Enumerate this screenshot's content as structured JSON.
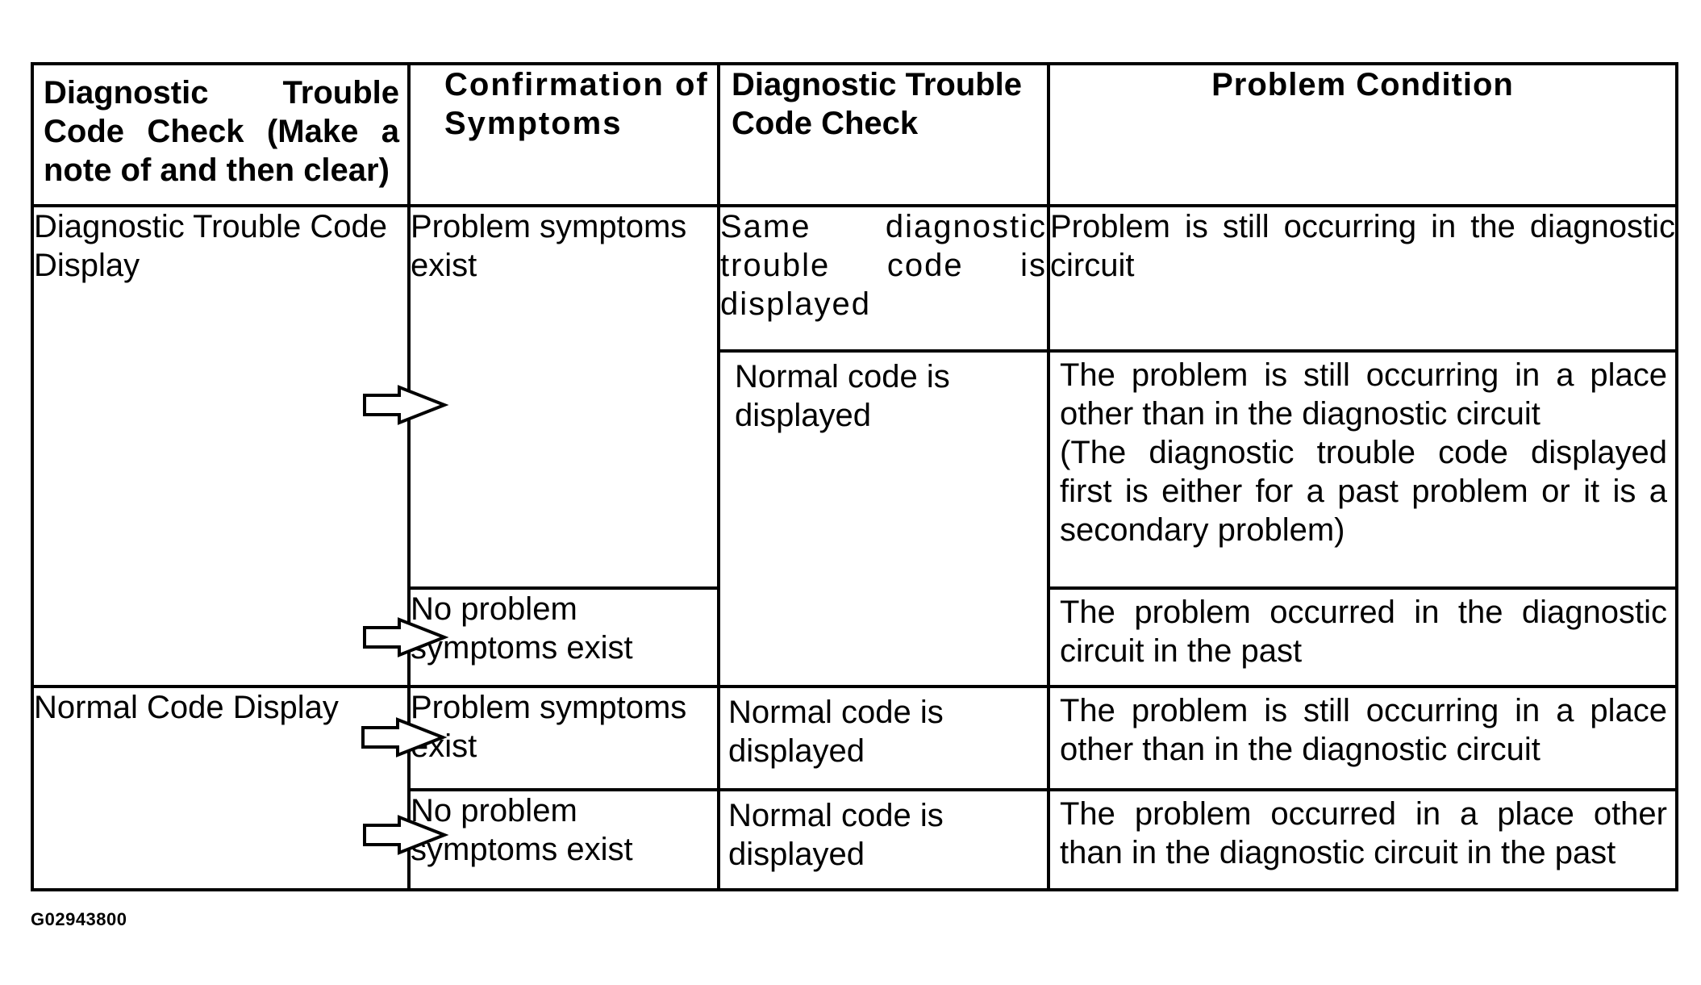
{
  "table": {
    "headers": {
      "col1": "Diagnostic Trouble Code Check (Make a note of and then clear)",
      "col2": "Confirmation of Symptoms",
      "col3": "Diagnostic Trouble Code Check",
      "col4": "Problem Condition"
    },
    "col1": {
      "dtc_display": "Diagnostic Trouble Code Display",
      "normal_display": "Normal Code Display"
    },
    "col2": {
      "dtc_symptoms_exist": "Problem symptoms exist",
      "dtc_no_symptoms": "No problem symptoms exist",
      "normal_symptoms_exist": "Problem symptoms exist",
      "normal_no_symptoms": "No problem symptoms exist"
    },
    "col3": {
      "same_code": "Same diagnostic trouble code is displayed",
      "normal_code_a": "Normal code is displayed",
      "normal_code_b": "Normal code is displayed",
      "normal_code_c": "Normal code is displayed"
    },
    "col4": {
      "cond1": "Problem is still occurring in the diagnostic circuit",
      "cond2_main": "The problem is still occurring in a place other than in the diagnostic circuit",
      "cond2_note": "(The diagnostic trouble code displayed first is either for a past problem or it is a secondary problem)",
      "cond3": "The problem occurred in the diagnostic circuit in the past",
      "cond4": "The problem is still occurring in a place other than in the diagnostic circuit",
      "cond5": "The problem occurred in a place other than in the diagnostic circuit in the past"
    }
  },
  "figure_id": "G02943800",
  "icons": {
    "arrow": "right-arrow-icon"
  }
}
